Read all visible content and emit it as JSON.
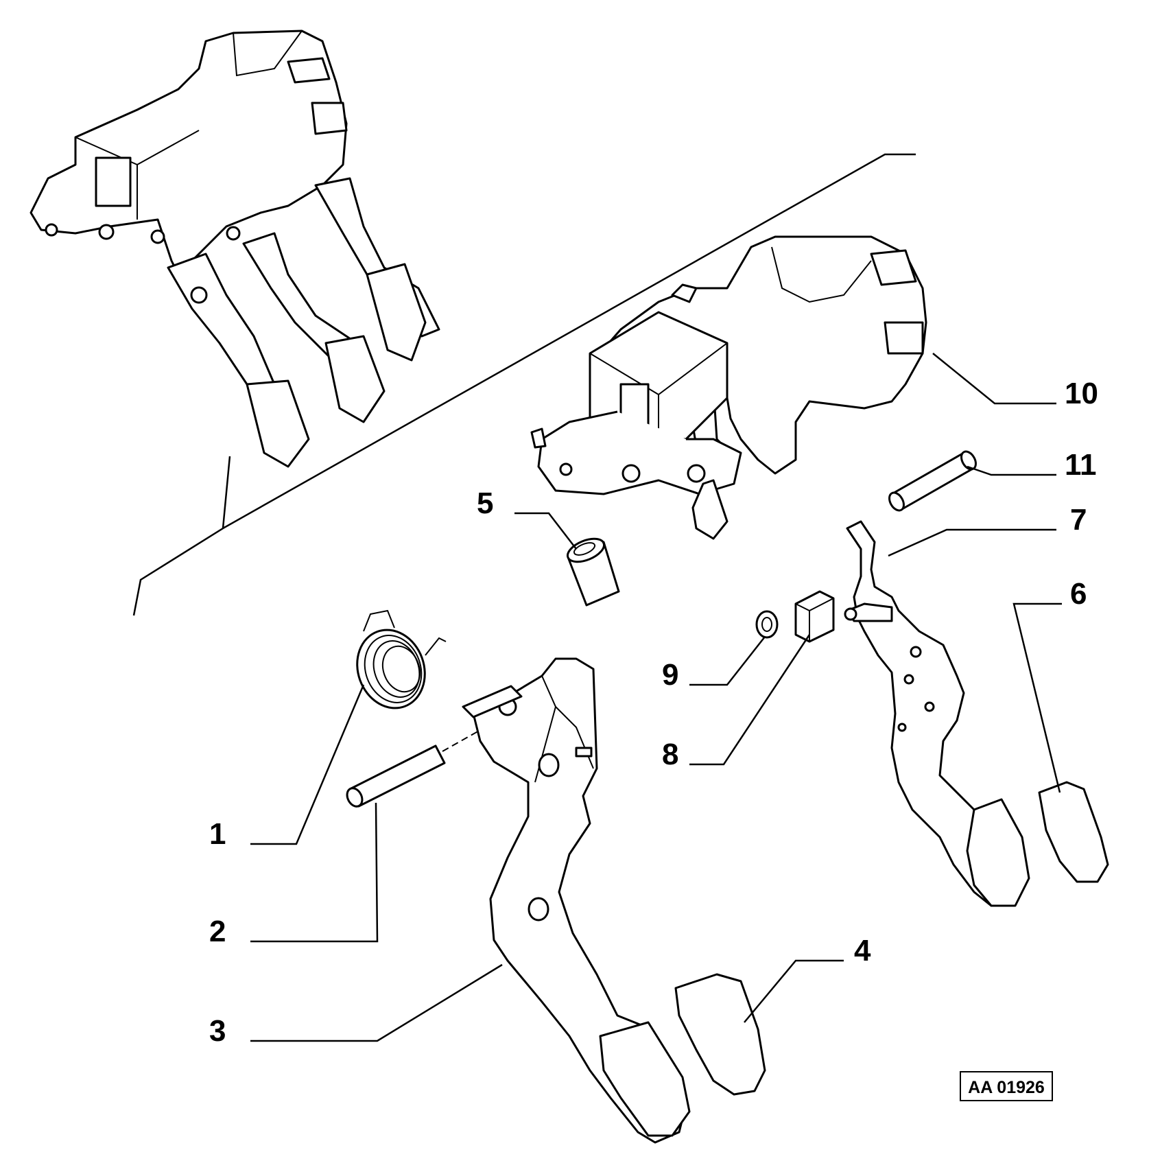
{
  "reference_code": "AA 01926",
  "callouts": [
    {
      "id": "c1",
      "label": "1"
    },
    {
      "id": "c2",
      "label": "2"
    },
    {
      "id": "c3",
      "label": "3"
    },
    {
      "id": "c4",
      "label": "4"
    },
    {
      "id": "c5",
      "label": "5"
    },
    {
      "id": "c6",
      "label": "6"
    },
    {
      "id": "c7",
      "label": "7"
    },
    {
      "id": "c8",
      "label": "8"
    },
    {
      "id": "c9",
      "label": "9"
    },
    {
      "id": "c10",
      "label": "10"
    },
    {
      "id": "c11",
      "label": "11"
    }
  ],
  "colors": {
    "ink": "#000000",
    "paper": "#ffffff"
  }
}
